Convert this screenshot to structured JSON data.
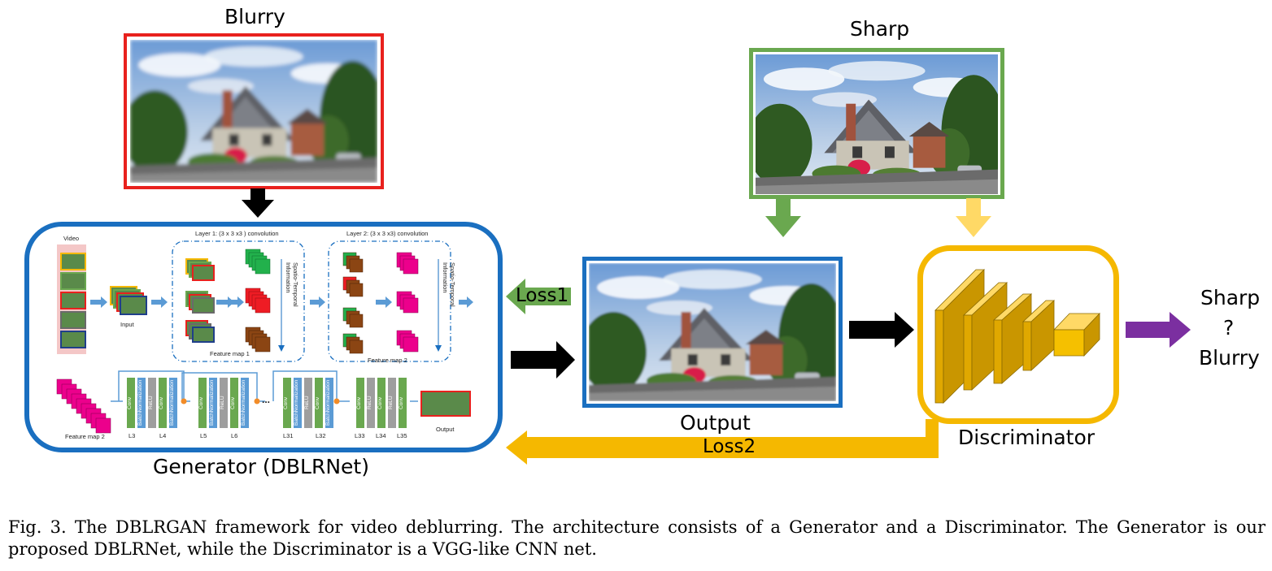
{
  "labels": {
    "blurry_title": "Blurry",
    "sharp_title": "Sharp",
    "generator_title": "Generator (DBLRNet)",
    "output_title": "Output",
    "discriminator_title": "Discriminator",
    "loss1": "Loss1",
    "loss2": "Loss2",
    "verdict_sharp": "Sharp",
    "verdict_q": "?",
    "verdict_blurry": "Blurry"
  },
  "generator": {
    "video_label": "Video",
    "input_label": "Input",
    "layer1_title": "Layer 1: (3 x 3 x3 ) convolution",
    "layer2_title": "Layer 2: (3 x 3 x3) convolution",
    "feature_map1": "Feature map 1",
    "feature_map2": "Feature map 2",
    "feature_map2_bottom": "Feature map 2",
    "spatio_temporal": "Spatio-Temporal Information",
    "output_label": "Output",
    "ellipsis": "...",
    "layer_labels": [
      "L3",
      "L4",
      "L5",
      "L6",
      "L31",
      "L32",
      "L33",
      "L34",
      "L35"
    ],
    "block_ops": [
      "Conv",
      "BatchNormalization",
      "ReLU",
      "Conv",
      "BatchNormalization"
    ],
    "tail_ops": [
      "Conv",
      "ReLU",
      "Conv",
      "ReLU",
      "Conv"
    ]
  },
  "caption": "Fig. 3.  The DBLRGAN framework for video deblurring. The architecture consists of a Generator and a Discriminator. The Generator is our proposed DBLRNet, while the Discriminator is a VGG-like CNN net.",
  "colors": {
    "blurry_border": "#e8211d",
    "sharp_border": "#6aa84f",
    "generator_border": "#1a6fc0",
    "output_border": "#1a6fc0",
    "discriminator_border": "#f5b800",
    "loss1_arrow": "#6aa84f",
    "loss2_arrow": "#f5b800",
    "verdict_arrow": "#7b2fa0"
  }
}
